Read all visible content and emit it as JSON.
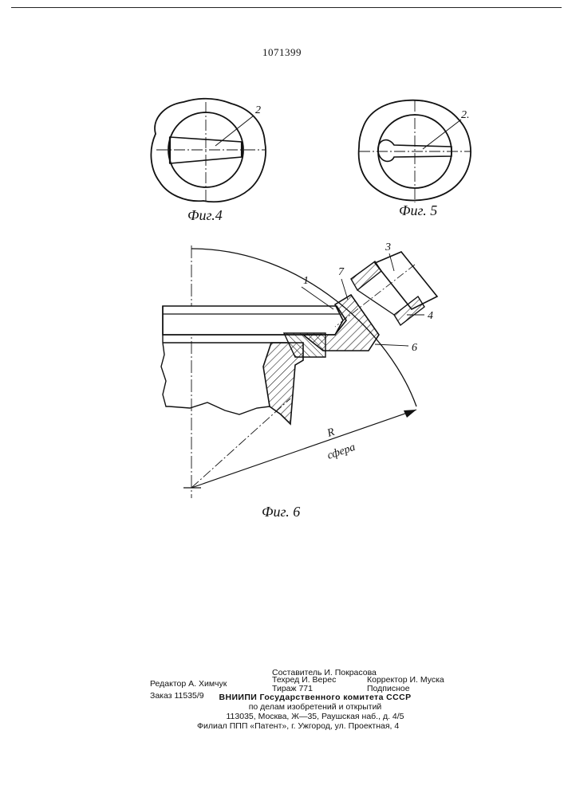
{
  "document": {
    "number": "1071399"
  },
  "figures": {
    "fig4": {
      "caption": "Фиг.4",
      "callout": "2"
    },
    "fig5": {
      "caption": "Фиг. 5",
      "callout": "2."
    },
    "fig6": {
      "caption": "Фиг. 6",
      "callouts": [
        "1",
        "7",
        "3",
        "4",
        "6"
      ],
      "radius_label": "R",
      "sphere_label": "сфера"
    }
  },
  "imprint": {
    "compiler": "Составитель И. Покрасова",
    "editor": "Редактор А. Химчук",
    "techeditor": "Техред И. Верес",
    "corrector": "Корректор И. Муска",
    "order": "Заказ 11535/9",
    "circulation": "Тираж 771",
    "subscription": "Подписное",
    "institute": "ВНИИПИ Государственного комитета СССР",
    "department": "по делам изобретений и открытий",
    "address": "113035, Москва, Ж—35, Раушская наб., д. 4/5",
    "branch": "Филиал ППП «Патент», г. Ужгород, ул. Проектная, 4"
  }
}
